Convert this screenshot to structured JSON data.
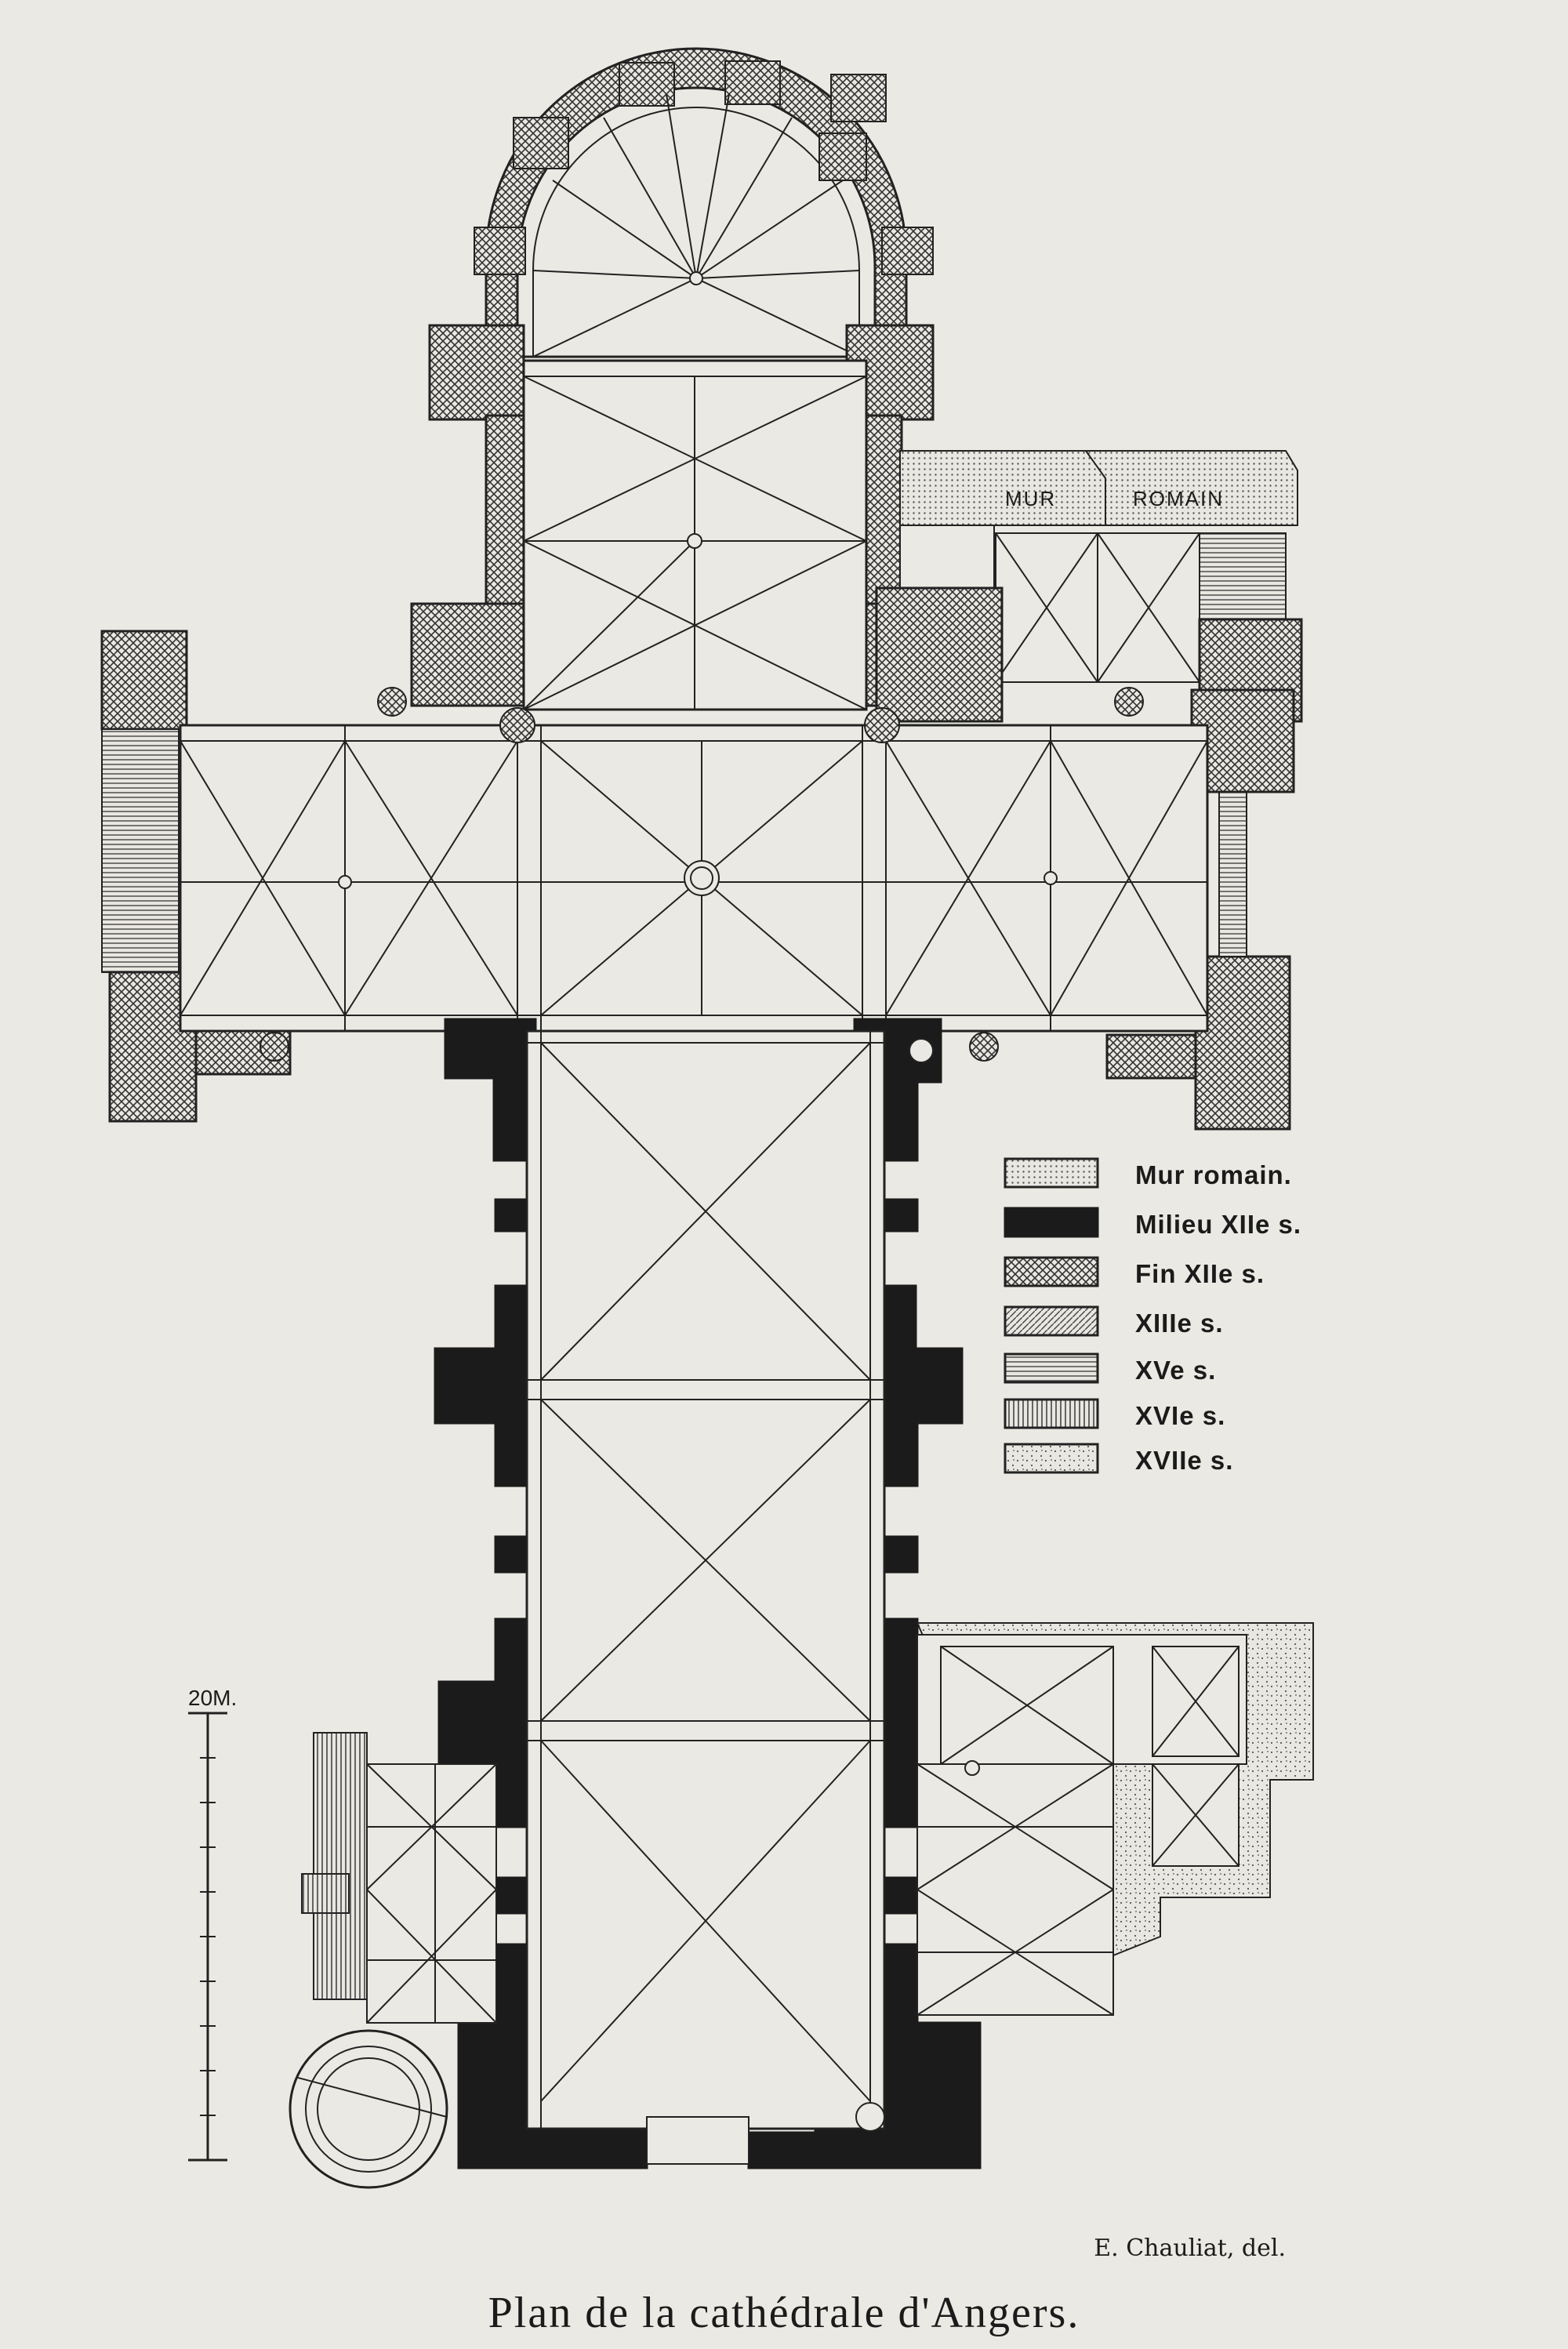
{
  "plan_labels": {
    "mur": "MUR",
    "romain": "ROMAIN"
  },
  "legend": [
    {
      "pattern": "dots",
      "label": "Mur romain."
    },
    {
      "pattern": "solid",
      "label": "Milieu XIIe s."
    },
    {
      "pattern": "crosshatch",
      "label": "Fin XIIe s."
    },
    {
      "pattern": "diag",
      "label": "XIIIe s."
    },
    {
      "pattern": "hlines",
      "label": "XVe s."
    },
    {
      "pattern": "vlines",
      "label": "XVIe s."
    },
    {
      "pattern": "stipple",
      "label": "XVIIe s."
    }
  ],
  "scale": {
    "label": "20M."
  },
  "credit": "E. Chauliat, del.",
  "caption": "Plan de la cathédrale d'Angers."
}
